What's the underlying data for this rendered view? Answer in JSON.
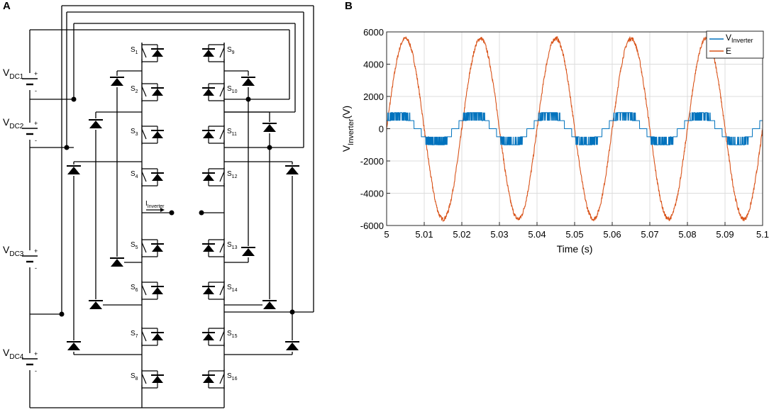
{
  "panels": {
    "a_label": "A",
    "b_label": "B"
  },
  "circuit": {
    "sources": [
      {
        "main": "V",
        "sub": "DC1"
      },
      {
        "main": "V",
        "sub": "DC2"
      },
      {
        "main": "V",
        "sub": "DC3"
      },
      {
        "main": "V",
        "sub": "DC4"
      }
    ],
    "left_switches": [
      "S1",
      "S2",
      "S3",
      "S4",
      "S5",
      "S6",
      "S7",
      "S8"
    ],
    "right_switches": [
      "S9",
      "S10",
      "S11",
      "S12",
      "S13",
      "S14",
      "S15",
      "S16"
    ],
    "current_label": {
      "main": "I",
      "sub": "Inverter"
    },
    "plus_sign": "+",
    "minus_sign": "-"
  },
  "chart_data": {
    "type": "line",
    "xlabel": "Time (s)",
    "ylabel_main": "V",
    "ylabel_sub": "Inverter",
    "ylabel_unit": "(V)",
    "xlim": [
      5,
      5.1
    ],
    "ylim": [
      -6000,
      6000
    ],
    "xticks": [
      5,
      5.01,
      5.02,
      5.03,
      5.04,
      5.05,
      5.06,
      5.07,
      5.08,
      5.09,
      5.1
    ],
    "xtick_labels": [
      "5",
      "5.01",
      "5.02",
      "5.03",
      "5.04",
      "5.05",
      "5.06",
      "5.07",
      "5.08",
      "5.09",
      "5.1"
    ],
    "yticks": [
      -6000,
      -4000,
      -2000,
      0,
      2000,
      4000,
      6000
    ],
    "ytick_labels": [
      "-6000",
      "-4000",
      "-2000",
      "0",
      "2000",
      "4000",
      "6000"
    ],
    "grid": true,
    "legend_position": "top-right",
    "series": [
      {
        "name_main": "V",
        "name_sub": "Inverter",
        "color": "#0072BD",
        "description_values": {
          "frequency_hz": 50,
          "levels": [
            -1000,
            -500,
            0,
            500,
            1000
          ],
          "peak": 1000
        }
      },
      {
        "name_main": "E",
        "name_sub": "",
        "color": "#D95319",
        "description_values": {
          "frequency_hz": 50,
          "peak": 5600
        }
      }
    ],
    "sample_points": {
      "x": [
        5.0,
        5.0025,
        5.005,
        5.0075,
        5.01,
        5.0125,
        5.015,
        5.0175,
        5.02
      ],
      "E": [
        0,
        3960,
        5600,
        3960,
        0,
        -3960,
        -5600,
        -3960,
        0
      ],
      "V_inverter": [
        500,
        1000,
        1000,
        1000,
        0,
        -500,
        -1000,
        -1000,
        500
      ]
    }
  }
}
